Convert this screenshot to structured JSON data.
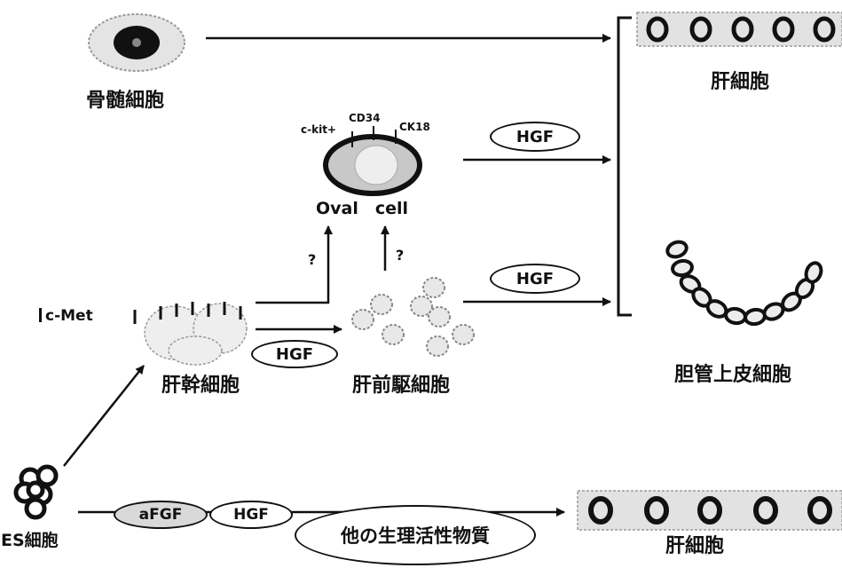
{
  "labels": {
    "bone_marrow_cell": "骨髄細胞",
    "hepatocyte_top": "肝細胞",
    "oval_cell": "Oval　cell",
    "marker_ckit": "c-kit+",
    "marker_cd34": "CD34",
    "marker_ck18": "CK18",
    "q1": "?",
    "q2": "?",
    "cmet": "c-Met",
    "hepatic_stem_cell": "肝幹細胞",
    "hepatic_progenitor": "肝前駆細胞",
    "bile_duct_epithelial": "胆管上皮細胞",
    "es_cell": "ES細胞",
    "hepatocyte_bottom": "肝細胞"
  },
  "factors": {
    "hgf_oval": "HGF",
    "hgf_progenitor": "HGF",
    "hgf_stem": "HGF",
    "afgf": "aFGF",
    "hgf_es": "HGF",
    "other_bioactive": "他の生理活性物質"
  },
  "colors": {
    "ink": "#111111",
    "shade": "#d9d9d9",
    "bg": "#ffffff"
  }
}
